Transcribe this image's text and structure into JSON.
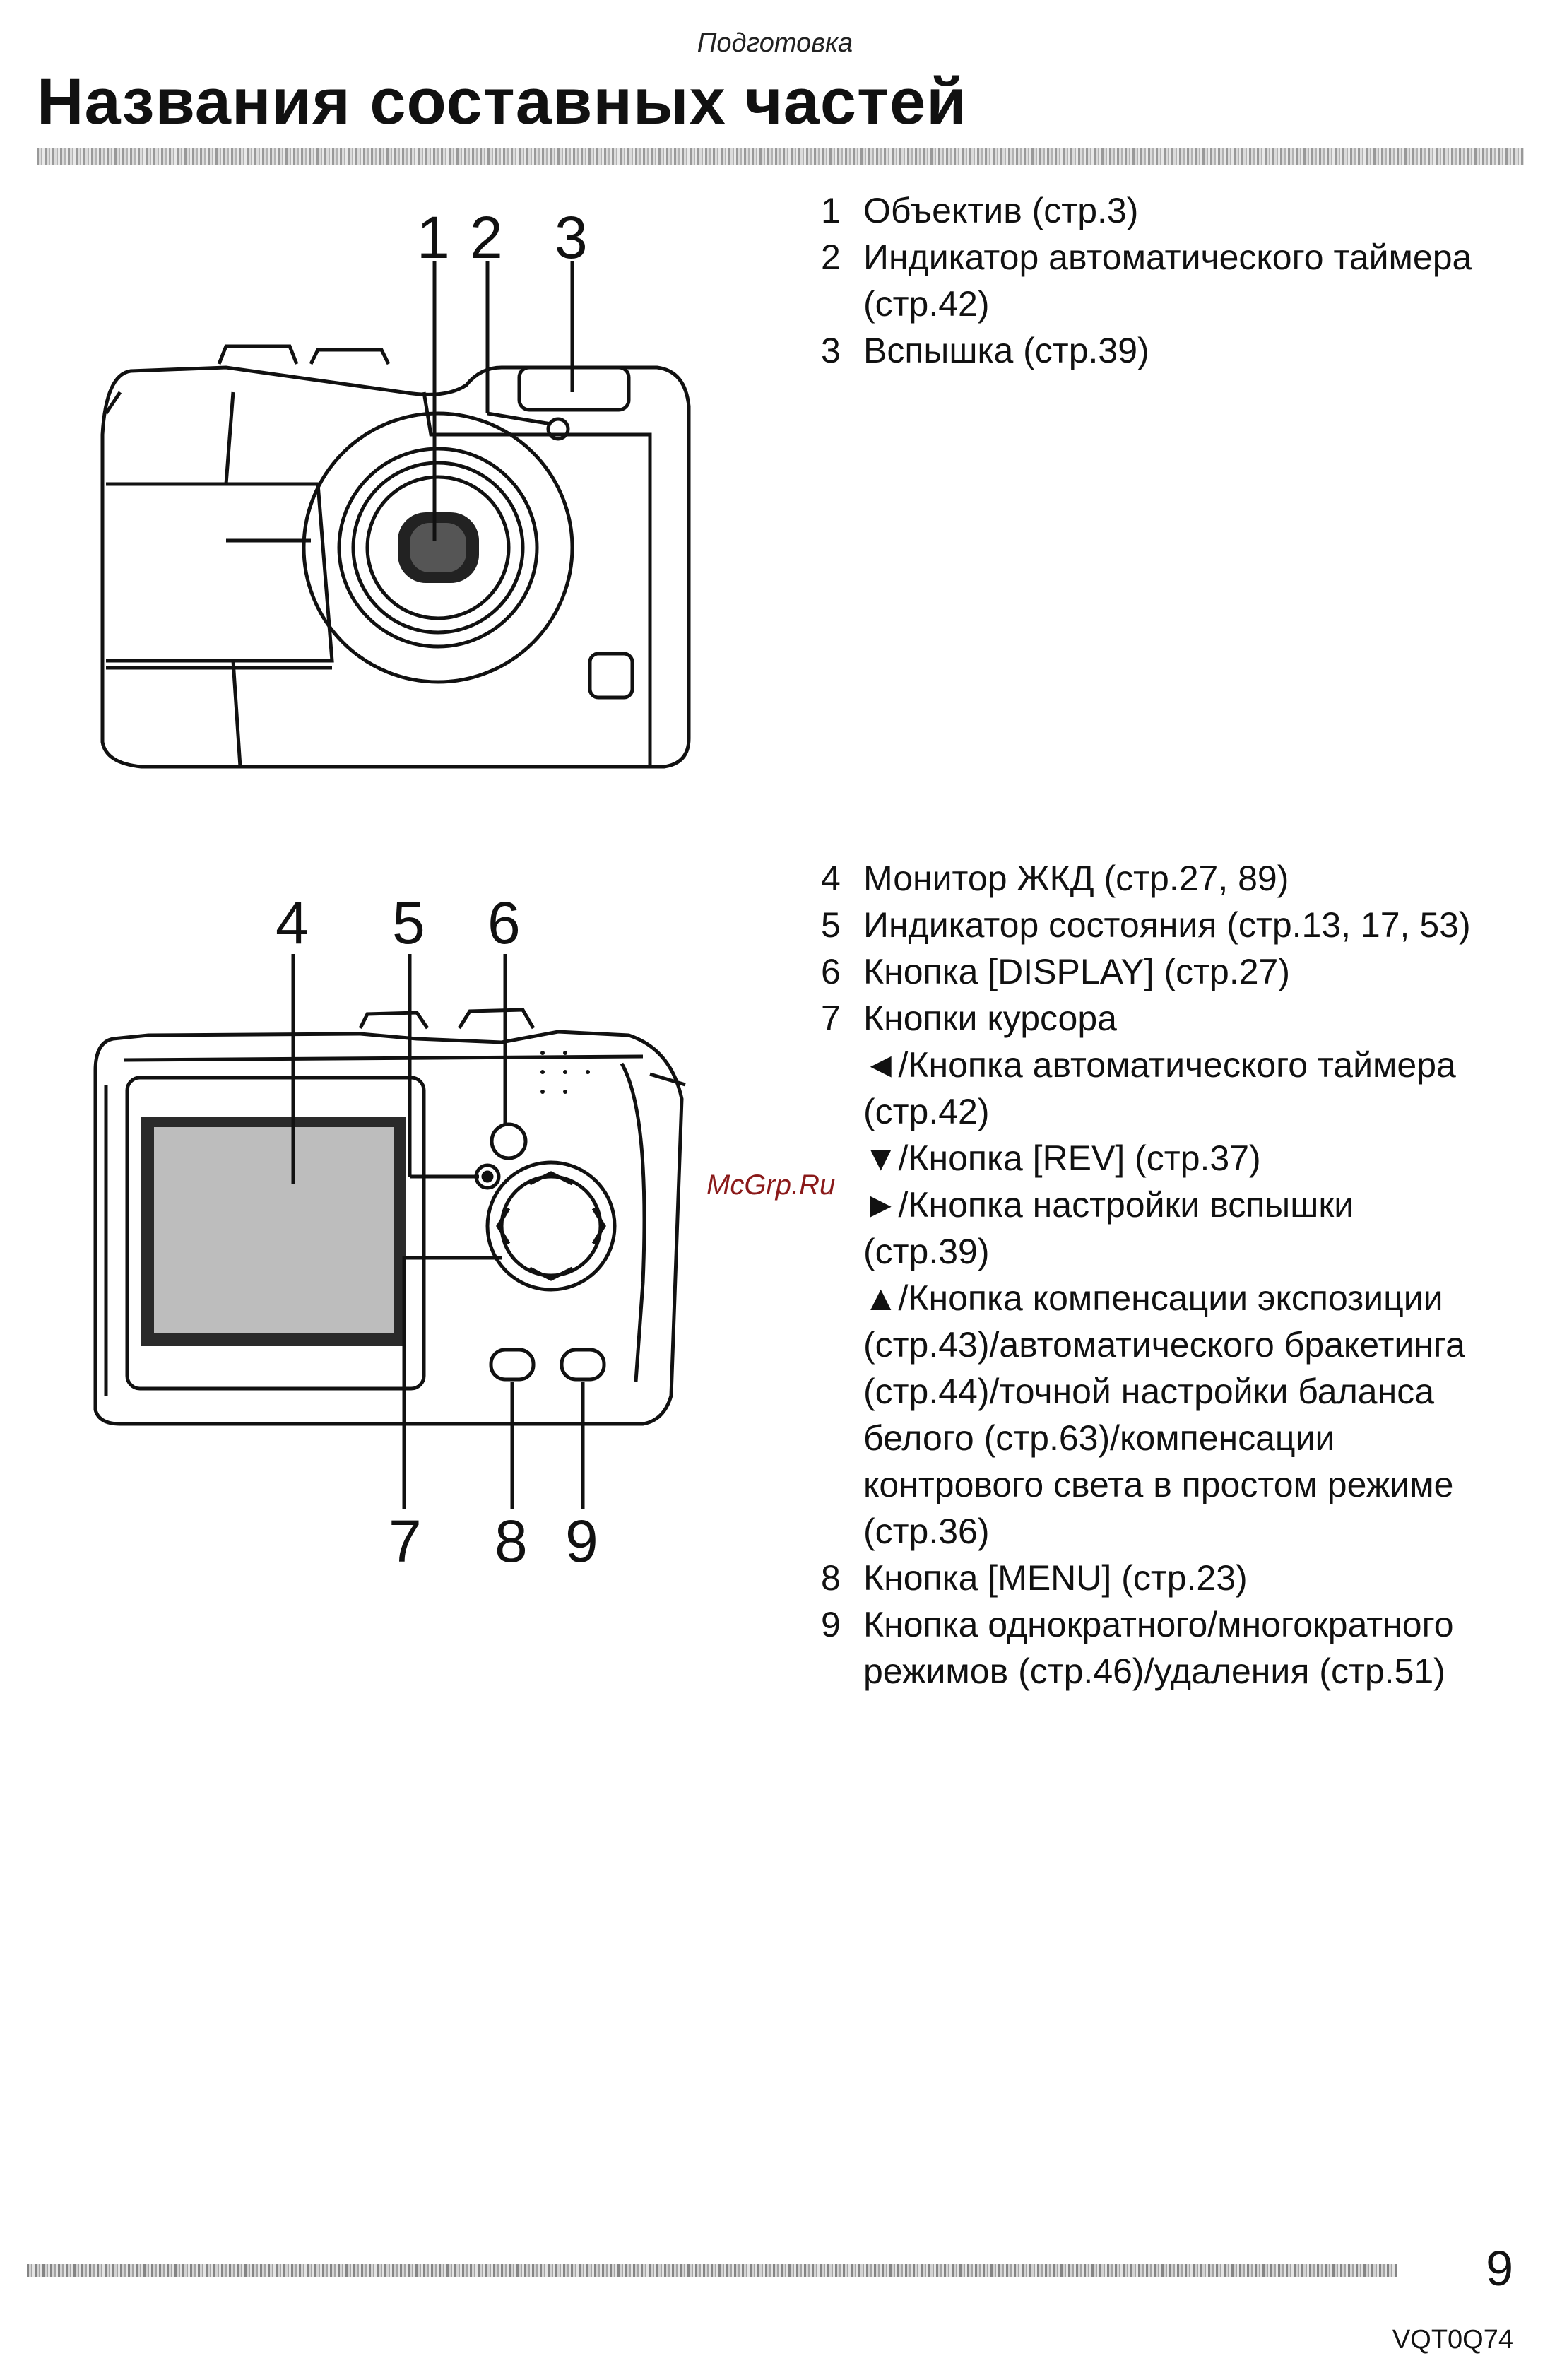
{
  "header": {
    "section": "Подготовка",
    "title": "Названия составных частей"
  },
  "front_figure": {
    "callouts": [
      "1",
      "2",
      "3"
    ]
  },
  "front_parts": [
    {
      "num": "1",
      "lines": [
        "Объектив (стр.3)"
      ]
    },
    {
      "num": "2",
      "lines": [
        "Индикатор автоматического таймера",
        "(стр.42)"
      ]
    },
    {
      "num": "3",
      "lines": [
        "Вспышка (стр.39)"
      ]
    }
  ],
  "back_figure": {
    "callouts_top": [
      "4",
      "5",
      "6"
    ],
    "callouts_bottom": [
      "7",
      "8",
      "9"
    ]
  },
  "back_parts": [
    {
      "num": "4",
      "lines": [
        "Монитор ЖКД (стр.27, 89)"
      ]
    },
    {
      "num": "5",
      "lines": [
        "Индикатор состояния (стр.13, 17, 53)"
      ]
    },
    {
      "num": "6",
      "lines": [
        "Кнопка [DISPLAY] (стр.27)"
      ]
    },
    {
      "num": "7",
      "lines": [
        "Кнопки курсора",
        "◄/Кнопка автоматического таймера",
        "(стр.42)",
        "▼/Кнопка [REV] (стр.37)",
        "►/Кнопка настройки вспышки",
        "(стр.39)",
        "▲/Кнопка компенсации экспозиции",
        "(стр.43)/автоматического бракетинга",
        "(стр.44)/точной настройки баланса",
        "белого (стр.63)/компенсации",
        "контрового света в простом режиме",
        "(стр.36)"
      ]
    },
    {
      "num": "8",
      "lines": [
        "Кнопка [MENU] (стр.23)"
      ]
    },
    {
      "num": "9",
      "lines": [
        "Кнопка однократного/многократного",
        "режимов (стр.46)/удаления (стр.51)"
      ]
    }
  ],
  "watermark": "McGrp.Ru",
  "footer": {
    "page_number": "9",
    "doc_code": "VQT0Q74"
  }
}
